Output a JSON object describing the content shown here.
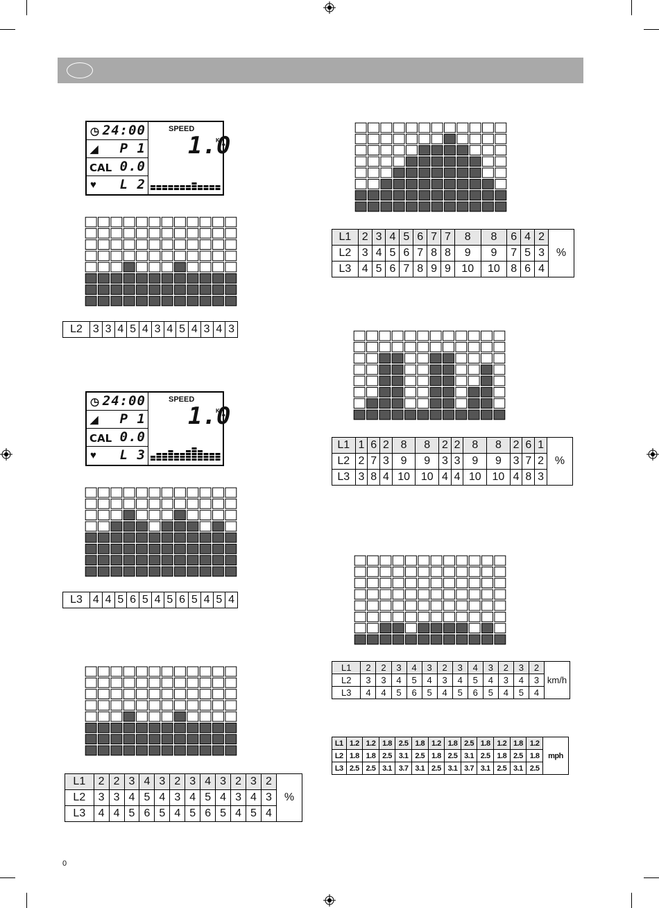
{
  "page_number": "0",
  "lcd_a": {
    "time": "24:00",
    "program": "P 1",
    "cal_label": "CAL",
    "cal": "0.0",
    "level": "L 2",
    "speed_label": "SPEED",
    "speed": "1.0",
    "unit": "K",
    "levels": [
      1,
      1,
      1,
      1,
      1,
      1,
      1,
      2,
      1,
      1,
      1,
      1
    ]
  },
  "lcd_b": {
    "time": "24:00",
    "program": "P 1",
    "cal_label": "CAL",
    "cal": "0.0",
    "level": "L 3",
    "speed_label": "SPEED",
    "speed": "1.0",
    "unit": "K",
    "levels": [
      1,
      2,
      2,
      3,
      2,
      2,
      3,
      4,
      3,
      2,
      2,
      2
    ]
  },
  "grid_heights": {
    "a": [
      3,
      3,
      3,
      4,
      3,
      3,
      3,
      4,
      3,
      3,
      3,
      3
    ],
    "b": [
      4,
      4,
      5,
      6,
      5,
      4,
      5,
      6,
      5,
      4,
      5,
      4
    ],
    "c": [
      3,
      3,
      3,
      4,
      3,
      3,
      3,
      4,
      3,
      3,
      3,
      3
    ],
    "d": [
      2,
      2,
      3,
      4,
      5,
      6,
      6,
      7,
      6,
      5,
      3,
      2
    ],
    "e": [
      1,
      2,
      6,
      6,
      1,
      1,
      6,
      6,
      1,
      3,
      5,
      1
    ],
    "f": [
      1,
      1,
      2,
      2,
      1,
      2,
      2,
      2,
      2,
      1,
      2,
      1
    ]
  },
  "table_l2": {
    "label": "L2",
    "values": [
      "3",
      "3",
      "4",
      "5",
      "4",
      "3",
      "4",
      "5",
      "4",
      "3",
      "4",
      "3"
    ]
  },
  "table_l3": {
    "label": "L3",
    "values": [
      "4",
      "4",
      "5",
      "6",
      "5",
      "4",
      "5",
      "6",
      "5",
      "4",
      "5",
      "4"
    ]
  },
  "table_p1": {
    "unit": "%",
    "rows": [
      {
        "label": "L1",
        "values": [
          "2",
          "2",
          "3",
          "4",
          "3",
          "2",
          "3",
          "4",
          "3",
          "2",
          "3",
          "2"
        ]
      },
      {
        "label": "L2",
        "values": [
          "3",
          "3",
          "4",
          "5",
          "4",
          "3",
          "4",
          "5",
          "4",
          "3",
          "4",
          "3"
        ]
      },
      {
        "label": "L3",
        "values": [
          "4",
          "4",
          "5",
          "6",
          "5",
          "4",
          "5",
          "6",
          "5",
          "4",
          "5",
          "4"
        ]
      }
    ]
  },
  "table_p2": {
    "unit": "%",
    "rows": [
      {
        "label": "L1",
        "values": [
          "2",
          "3",
          "4",
          "5",
          "6",
          "7",
          "7",
          "8",
          "8",
          "6",
          "4",
          "2"
        ]
      },
      {
        "label": "L2",
        "values": [
          "3",
          "4",
          "5",
          "6",
          "7",
          "8",
          "8",
          "9",
          "9",
          "7",
          "5",
          "3"
        ]
      },
      {
        "label": "L3",
        "values": [
          "4",
          "5",
          "6",
          "7",
          "8",
          "9",
          "9",
          "10",
          "10",
          "8",
          "6",
          "4"
        ]
      }
    ]
  },
  "table_p3": {
    "unit": "%",
    "rows": [
      {
        "label": "L1",
        "values": [
          "1",
          "6",
          "2",
          "8",
          "8",
          "2",
          "2",
          "8",
          "8",
          "2",
          "6",
          "1"
        ]
      },
      {
        "label": "L2",
        "values": [
          "2",
          "7",
          "3",
          "9",
          "9",
          "3",
          "3",
          "9",
          "9",
          "3",
          "7",
          "2"
        ]
      },
      {
        "label": "L3",
        "values": [
          "3",
          "8",
          "4",
          "10",
          "10",
          "4",
          "4",
          "10",
          "10",
          "4",
          "8",
          "3"
        ]
      }
    ]
  },
  "table_kmh": {
    "unit": "km/h",
    "rows": [
      {
        "label": "L1",
        "values": [
          "2",
          "2",
          "3",
          "4",
          "3",
          "2",
          "3",
          "4",
          "3",
          "2",
          "3",
          "2"
        ]
      },
      {
        "label": "L2",
        "values": [
          "3",
          "3",
          "4",
          "5",
          "4",
          "3",
          "4",
          "5",
          "4",
          "3",
          "4",
          "3"
        ]
      },
      {
        "label": "L3",
        "values": [
          "4",
          "4",
          "5",
          "6",
          "5",
          "4",
          "5",
          "6",
          "5",
          "4",
          "5",
          "4"
        ]
      }
    ]
  },
  "table_mph": {
    "unit": "mph",
    "rows": [
      {
        "label": "L1",
        "values": [
          "1.2",
          "1.2",
          "1.8",
          "2.5",
          "1.8",
          "1.2",
          "1.8",
          "2.5",
          "1.8",
          "1.2",
          "1.8",
          "1.2"
        ]
      },
      {
        "label": "L2",
        "values": [
          "1.8",
          "1.8",
          "2.5",
          "3.1",
          "2.5",
          "1.8",
          "2.5",
          "3.1",
          "2.5",
          "1.8",
          "2.5",
          "1.8"
        ]
      },
      {
        "label": "L3",
        "values": [
          "2.5",
          "2.5",
          "3.1",
          "3.7",
          "3.1",
          "2.5",
          "3.1",
          "3.7",
          "3.1",
          "2.5",
          "3.1",
          "2.5"
        ]
      }
    ]
  }
}
